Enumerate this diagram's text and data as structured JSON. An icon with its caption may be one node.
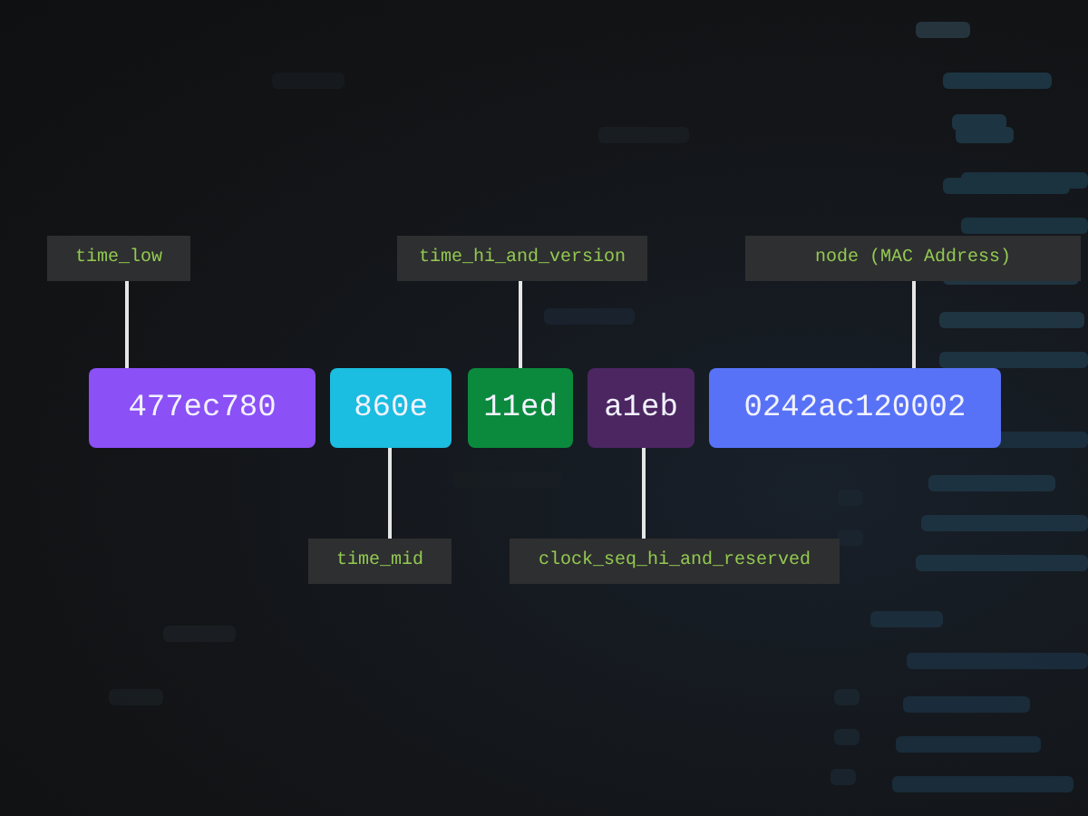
{
  "diagram": {
    "nodes": [
      {
        "text": [
          "time_low"
        ]
      },
      {
        "text": [
          "time_hi_and_version"
        ]
      },
      {
        "text": [
          "node (MAC Address)"
        ]
      },
      {
        "text": [
          "477ec780"
        ]
      },
      {
        "text": [
          "860e"
        ]
      },
      {
        "text": [
          "11ed"
        ]
      },
      {
        "text": [
          "a1eb"
        ]
      },
      {
        "text": [
          "0242ac120002"
        ]
      },
      {
        "text": [
          "time_mid"
        ]
      },
      {
        "text": [
          "clock_seq_hi_and_reserved"
        ]
      }
    ],
    "edges": [
      {
        "from": 0,
        "to": 3,
        "arrow": "none"
      },
      {
        "from": 1,
        "to": 5,
        "arrow": "none"
      },
      {
        "from": 2,
        "to": 7,
        "arrow": "none"
      },
      {
        "from": 8,
        "to": 4,
        "arrow": "none"
      },
      {
        "from": 9,
        "to": 6,
        "arrow": "none"
      }
    ]
  }
}
